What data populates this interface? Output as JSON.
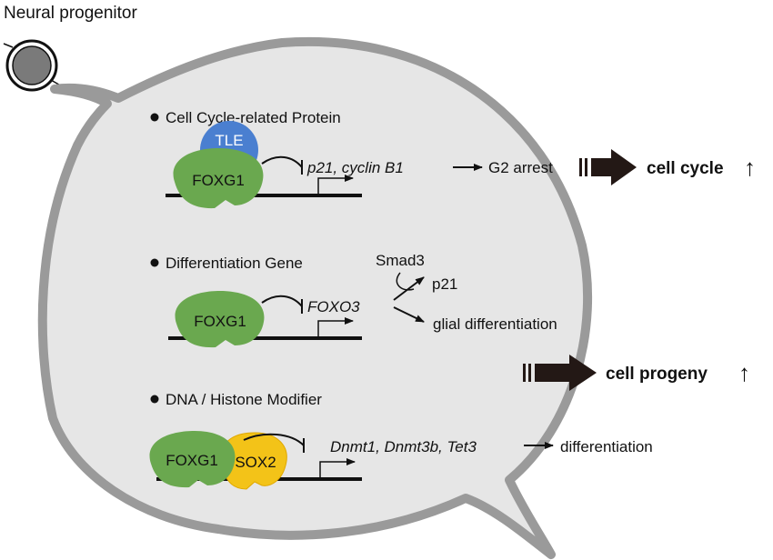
{
  "title": "Neural progenitor",
  "colors": {
    "cell_fill": "#e6e6e6",
    "cell_border": "#9a9a9a",
    "foxg1": "#6aa84f",
    "tle": "#4a7fd0",
    "sox2": "#f3c318",
    "arrow_dark": "#231815"
  },
  "sections": [
    {
      "heading": "Cell Cycle-related Protein",
      "proteins": [
        "FOXG1",
        "TLE"
      ],
      "targets": "p21, cyclin B1",
      "outcome": "G2 arrest"
    },
    {
      "heading": "Differentiation Gene",
      "proteins": [
        "FOXG1"
      ],
      "targets": "FOXO3",
      "cofactor": "Smad3",
      "outcomes": [
        "p21",
        "glial differentiation"
      ]
    },
    {
      "heading": "DNA / Histone Modifier",
      "proteins": [
        "FOXG1",
        "SOX2"
      ],
      "targets": "Dnmt1, Dnmt3b, Tet3",
      "outcome": "differentiation"
    }
  ],
  "results": [
    {
      "label": "cell cycle",
      "direction": "↑"
    },
    {
      "label": "cell progeny",
      "direction": "↑"
    }
  ]
}
